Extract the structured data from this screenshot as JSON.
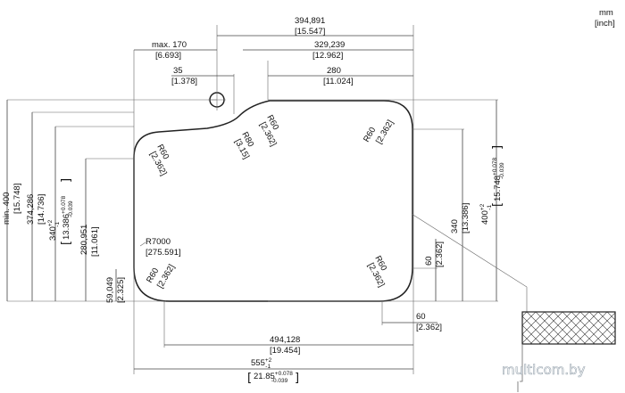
{
  "units": {
    "primary": "mm",
    "secondary": "[inch]"
  },
  "dimensions": {
    "overall_width": {
      "mm": "394,891",
      "inch": "[15.547]"
    },
    "max_offset": {
      "mm": "max. 170",
      "inch": "[6.693]"
    },
    "top_span": {
      "mm": "329,239",
      "inch": "[12.962]"
    },
    "hole_offset": {
      "mm": "35",
      "inch": "[1.378]"
    },
    "straight_top": {
      "mm": "280",
      "inch": "[11.024]"
    },
    "min_height": {
      "mm": "min. 400",
      "inch": "[15.748]"
    },
    "height_374": {
      "mm": "374,286",
      "inch": "[14.736]"
    },
    "height_340_tol": {
      "mm": "340",
      "tol_upper": "+2",
      "tol_lower": "-1",
      "inch": "13.386",
      "inch_tol_upper": "+0.078",
      "inch_tol_lower": "-0.039"
    },
    "height_280": {
      "mm": "280,951",
      "inch": "[11.061]"
    },
    "bottom_offset": {
      "mm": "59,049",
      "inch": "[2.325]"
    },
    "right_340": {
      "mm": "340",
      "inch": "[13.386]"
    },
    "right_400_tol": {
      "mm": "400",
      "tol_upper": "+2",
      "tol_lower": "-1",
      "inch": "15.748",
      "inch_tol_upper": "+0.078",
      "inch_tol_lower": "-0.039"
    },
    "right_60": {
      "mm": "60",
      "inch": "[2.362]"
    },
    "bottom_60": {
      "mm": "60",
      "inch": "[2.362]"
    },
    "bottom_494": {
      "mm": "494,128",
      "inch": "[19.454]"
    },
    "bottom_555_tol": {
      "mm": "555",
      "tol_upper": "+2",
      "tol_lower": "-1",
      "inch": "21.85",
      "inch_tol_upper": "+0.078",
      "inch_tol_lower": "-0.039"
    }
  },
  "radii": {
    "r60_top_left": {
      "mm": "R60",
      "inch": "[2.362]"
    },
    "r80_notch": {
      "mm": "R80",
      "inch": "[3.15]"
    },
    "r60_notch": {
      "mm": "R60",
      "inch": "[2.362]"
    },
    "r60_top_right": {
      "mm": "R60",
      "inch": "[2.362]"
    },
    "r7000": {
      "mm": "R7000",
      "inch": "[275.591]"
    },
    "r60_bottom_left": {
      "mm": "R60",
      "inch": "[2.362]"
    },
    "r60_bottom_right": {
      "mm": "R60",
      "inch": "[2.362]"
    }
  },
  "watermark": "multicom.by"
}
